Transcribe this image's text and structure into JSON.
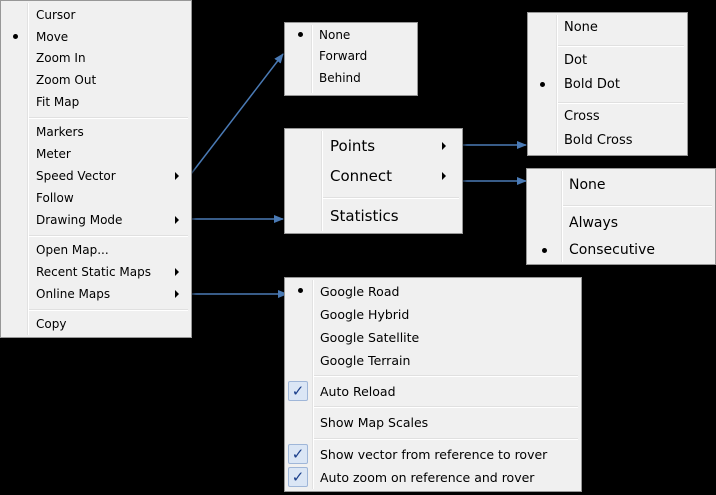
{
  "main_menu": {
    "items": [
      {
        "label": "Cursor"
      },
      {
        "label": "Move"
      },
      {
        "label": "Zoom In"
      },
      {
        "label": "Zoom Out"
      },
      {
        "label": "Fit Map"
      },
      {
        "label": "Markers"
      },
      {
        "label": "Meter"
      },
      {
        "label": "Speed Vector"
      },
      {
        "label": "Follow"
      },
      {
        "label": "Drawing Mode"
      },
      {
        "label": "Open Map..."
      },
      {
        "label": "Recent Static Maps"
      },
      {
        "label": "Online Maps"
      },
      {
        "label": "Copy"
      }
    ],
    "selected": "Move"
  },
  "speed_vector_menu": {
    "items": [
      {
        "label": "None"
      },
      {
        "label": "Forward"
      },
      {
        "label": "Behind"
      }
    ],
    "selected": "None"
  },
  "drawing_mode_menu": {
    "items": [
      {
        "label": "Points"
      },
      {
        "label": "Connect"
      },
      {
        "label": "Statistics"
      }
    ]
  },
  "points_menu": {
    "items": [
      {
        "label": "None"
      },
      {
        "label": "Dot"
      },
      {
        "label": "Bold Dot"
      },
      {
        "label": "Cross"
      },
      {
        "label": "Bold Cross"
      }
    ],
    "selected": "Bold Dot"
  },
  "connect_menu": {
    "items": [
      {
        "label": "None"
      },
      {
        "label": "Always"
      },
      {
        "label": "Consecutive"
      }
    ],
    "selected": "Consecutive"
  },
  "online_maps_menu": {
    "items": [
      {
        "label": "Google Road"
      },
      {
        "label": "Google Hybrid"
      },
      {
        "label": "Google Satellite"
      },
      {
        "label": "Google Terrain"
      },
      {
        "label": "Auto Reload",
        "checked": true
      },
      {
        "label": "Show Map Scales",
        "checked": false
      },
      {
        "label": "Show vector from reference to rover",
        "checked": true
      },
      {
        "label": "Auto zoom on reference and rover",
        "checked": true
      }
    ],
    "selected": "Google Road"
  },
  "icons": {
    "submenu": "chevron-right-icon",
    "radio": "radio-bullet-icon",
    "check": "checkmark-icon"
  },
  "colors": {
    "background": "#000000",
    "menu_bg": "#f0f0f0",
    "connector": "#4a7ab5",
    "check_bg": "#dbe6f5"
  }
}
